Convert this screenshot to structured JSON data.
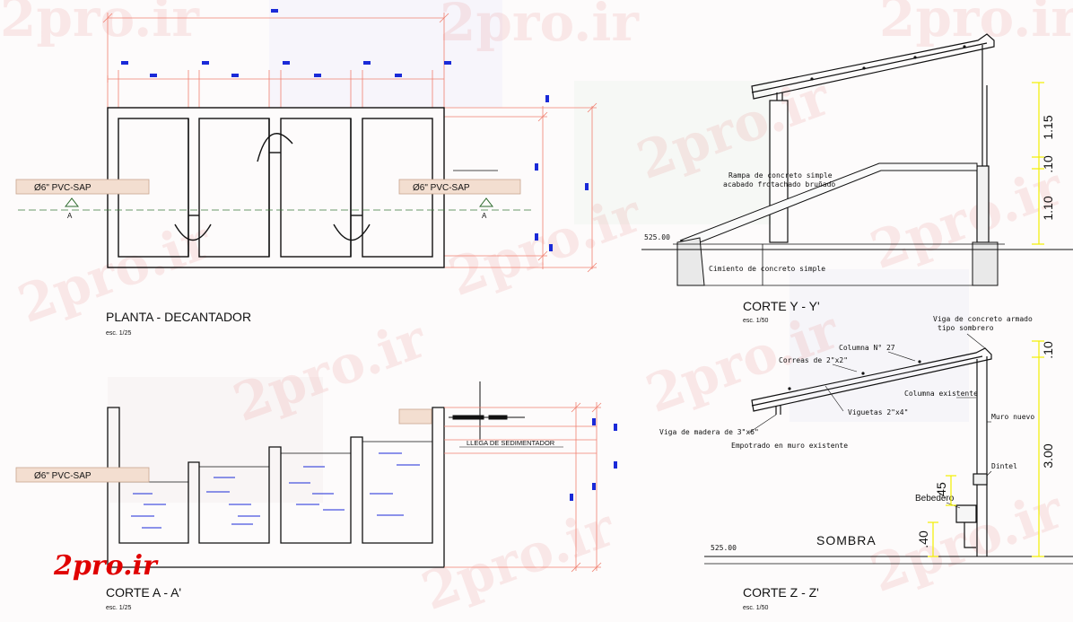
{
  "watermark": "2pro.ir",
  "logo": "2pro.ir",
  "colors": {
    "line": "#111111",
    "dim": "#f08070",
    "mark": "#1a2ad8",
    "yellow": "#f3f000",
    "green": "#3db23d",
    "pipe": "#f3ded0",
    "logo": "#e00000"
  },
  "planta": {
    "title": "PLANTA - DECANTADOR",
    "scale": "esc. 1/25",
    "pipe_left": "Ø6\" PVC-SAP",
    "pipe_right": "Ø6\" PVC-SAP",
    "section_left": "A",
    "section_right": "A"
  },
  "corte_a": {
    "title": "CORTE A - A'",
    "scale": "esc. 1/25",
    "pipe": "Ø6\" PVC-SAP",
    "note": "LLEGA DE SEDIMENTADOR"
  },
  "corte_y": {
    "title": "CORTE Y - Y'",
    "scale": "esc. 1/50",
    "level": "525.00",
    "note_ramp_1": "Rampa de concreto simple",
    "note_ramp_2": "acabado frotachado bruñado",
    "note_base": "Cimiento de concreto simple",
    "dim_top": "1.15",
    "dim_mid": ".10",
    "dim_bottom": "1.10"
  },
  "corte_z": {
    "title": "CORTE Z - Z'",
    "scale": "esc. 1/50",
    "level": "525.00",
    "label_shade": "SOMBRA",
    "note_beam_1": "Viga de concreto armado",
    "note_beam_2": "tipo sombrero",
    "note_column": "Columna N° 27",
    "note_straps": "Correas de 2\"x2\"",
    "note_col_exist": "Columna existente",
    "note_joists": "Viguetas 2\"x4\"",
    "note_wall_new": "Muro nuevo",
    "note_wood_beam": "Viga de madera de 3\"x6\"",
    "note_embed": "Empotrado en muro existente",
    "note_lintel": "Dintel",
    "note_trough": "Bebedero",
    "dim_top": ".10",
    "dim_main": "3.00",
    "dim_mid": ".45",
    "dim_low": ".40"
  }
}
